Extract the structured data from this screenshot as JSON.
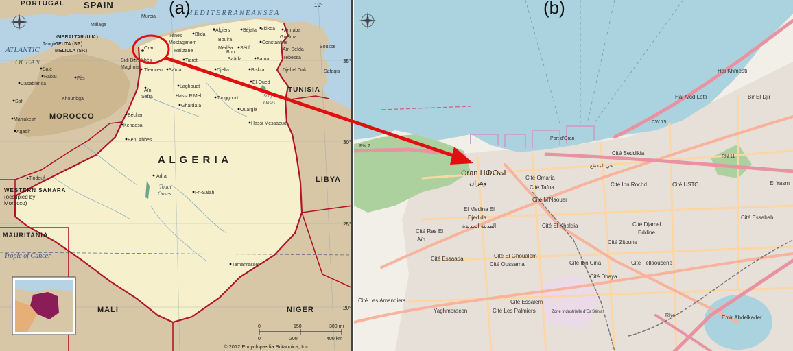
{
  "panels": {
    "a_label": "(a)",
    "b_label": "(b)"
  },
  "map_a": {
    "countries": {
      "portugal": "PORTUGAL",
      "spain": "SPAIN",
      "algeria": "A L G E R I A",
      "tunisia": "TUNISIA",
      "libya": "LIBYA",
      "morocco": "MOROCCO",
      "western_sahara": "WESTERN SAHARA",
      "western_sahara_note_1": "(occupied by",
      "western_sahara_note_2": "Morocco)",
      "mauritania": "MAURITANIA",
      "mali": "MALI",
      "niger": "NIGER"
    },
    "seas": {
      "atlantic": "ATLANTIC",
      "ocean": "OCEAN",
      "med": "M E D I T E R R A N E A N   S E A"
    },
    "places": {
      "gibraltar": "GIBRALTAR (U.K.)",
      "ceuta": "CEUTA (SP.)",
      "melilla": "MELILLA (SP.)",
      "murcia": "Murcia",
      "malaga": "Málaga",
      "tangier": "Tangier",
      "sale": "Salé",
      "rabat": "Rabat",
      "fes": "Fès",
      "casablanca": "Casablanca",
      "khouribga": "Khouribga",
      "safi": "Safi",
      "marrakesh": "Marrakesh",
      "agadir": "Agadir",
      "oran": "Oran",
      "sidi_bel_abbes": "Sidi Bel Abbès",
      "maghnia": "Maghnia",
      "tlemcen": "Tlemcen",
      "saida": "Saïda",
      "ain_sefra_1": "Aïn",
      "ain_sefra_2": "Sefra",
      "bechar": "Béchar",
      "kenadsa": "Kenadsa",
      "beni_abbes": "Beni Abbes",
      "tindouf": "Tindouf",
      "adrar": "Adrar",
      "touat_1": "Touat",
      "touat_2": "Oases",
      "in_salah": "I-n-Salah",
      "tamanrasset": "Tamanrasset",
      "tenes": "Ténès",
      "blida": "Blida",
      "algiers": "Algiers",
      "bejaia": "Béjaïa",
      "skikda": "Skikda",
      "annaba": "Annaba",
      "mostaganem": "Mostaganem",
      "relizane": "Relizane",
      "medea": "Médéa",
      "bouira": "Bouira",
      "setif": "Sétif",
      "constantine": "Constantine",
      "guelma": "Guelma",
      "tiaret": "Tiaret",
      "bou_saada_1": "Bou",
      "bou_saada_2": "Saâda",
      "batna": "Batna",
      "ain_beida_1": "Aïn Beïda",
      "tebessa": "Tébessa",
      "sousse": "Sousse",
      "safaqis": "Safaqis",
      "djelfa": "Djelfa",
      "biskra": "Biskra",
      "djebel_onk": "Djebel Onk",
      "laghouat": "Laghouat",
      "hassi_rmel": "Hassi R'Mel",
      "ghardaia": "Ghardaïa",
      "touggourt": "Touggourt",
      "el_oued": "El-Oued",
      "souf_1": "Souf",
      "souf_2": "Oases",
      "ouargla": "Ouargla",
      "hassi_messaoud": "Hassi Messaoud",
      "tropic": "Tropic of Cancer"
    },
    "lat_ticks": [
      "35°",
      "30°",
      "25°",
      "20°"
    ],
    "lon_ticks": [
      "10°"
    ],
    "scale": {
      "mi_0": "0",
      "mi_150": "150",
      "mi_300": "300 mi",
      "km_0": "0",
      "km_200": "200",
      "km_400": "400 km"
    },
    "copyright": "© 2012 Encyclopædia Britannica, Inc.",
    "colors": {
      "algeria": "#f7f0cc",
      "land": "#d8c7a6",
      "land_dark": "#c3a97e",
      "sea": "#b6d3e6",
      "border": "#b0162a",
      "highlight_circle": "#e01010",
      "inset_algeria": "#8a1d57"
    }
  },
  "map_b": {
    "places": {
      "hai_khmesti": "Hai Khmesti",
      "hai_akid_lotfi_1": "Hai Akid Lotfi",
      "hai_akid_lotfi_2": "Lotfi",
      "bir_el_djir": "Bir El Djir",
      "cw75": "CW 75",
      "rn2": "RN 2",
      "rn11": "RN 11",
      "rn4": "RN4",
      "port_oran": "Port d'Oran",
      "oran": "Oran ⵡⵀⵔⴰⵏ",
      "oran_ar": "وهران",
      "cite_seddikia": "Cité Seddikia",
      "cite_omaria": "Cité Omaria",
      "cite_tafna": "Cité Tafna",
      "cite_ibn_rochd": "Cité Ibn Rochd",
      "cite_usto": "Cité USTO",
      "el_yasmine": "El Yasm",
      "cite_mnaouer": "Cité M'Naouer",
      "el_medina_1": "El Medina El",
      "el_medina_2": "Djedida",
      "el_medina_ar": "المدينة الجديدة",
      "cite_el_khaldia": "Cité El Khaldia",
      "cite_djamel_1": "Cité Djamel",
      "cite_djamel_2": "Eddine",
      "cite_essabah": "Cité Essabah",
      "cite_ras_el_ain_1": "Cité Ras El",
      "cite_ras_el_ain_2": "Aïn",
      "cite_zitoune": "Cité Zitoune",
      "cite_essaada": "Cité Essaada",
      "cite_el_ghoualem": "Cité El Ghoualem",
      "cite_oussama": "Cité Oussama",
      "cite_ibn_cina": "Cité Ibn Cina",
      "cite_fellaoucene": "Cité Fellaoucene",
      "cite_dhaya": "Cité Dhaya",
      "cite_les_amandiers": "Cité Les Amandiers",
      "cite_essalem": "Cité Essalem",
      "yaghmoracen": "Yaghmoracen",
      "cite_les_palmiers": "Cité Les Palmiers",
      "zone_industrielle": "Zone Industrielle d'Es Sénia",
      "emir_abdelkader": "Emir Abdelkader",
      "hai_el_mechaa_ar": "حي المقطع"
    },
    "colors": {
      "sea": "#abd3df",
      "land": "#f2efe9",
      "urban": "#e6e0d8",
      "forest": "#add19e",
      "primary_road": "#e892a2",
      "secondary_road": "#f9b29c",
      "tertiary_road": "#fcd6a4",
      "lake": "#aad3df",
      "industrial": "#ebdbe8"
    }
  },
  "arrow": {
    "color": "#e01010"
  }
}
